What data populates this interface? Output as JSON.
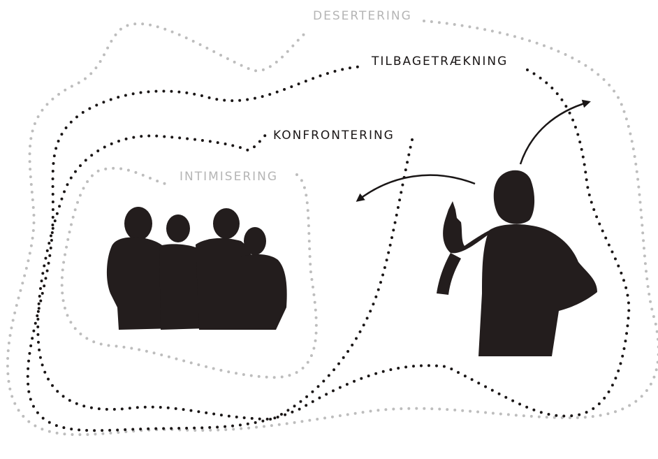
{
  "labels": {
    "desertering": "DESERTERING",
    "tilbagetraekning": "TILBAGETRÆKNING",
    "konfrontering": "KONFRONTERING",
    "intimisering": "INTIMISERING"
  },
  "colors": {
    "dark": "#1a1616",
    "gray": "#bdbdbd"
  }
}
